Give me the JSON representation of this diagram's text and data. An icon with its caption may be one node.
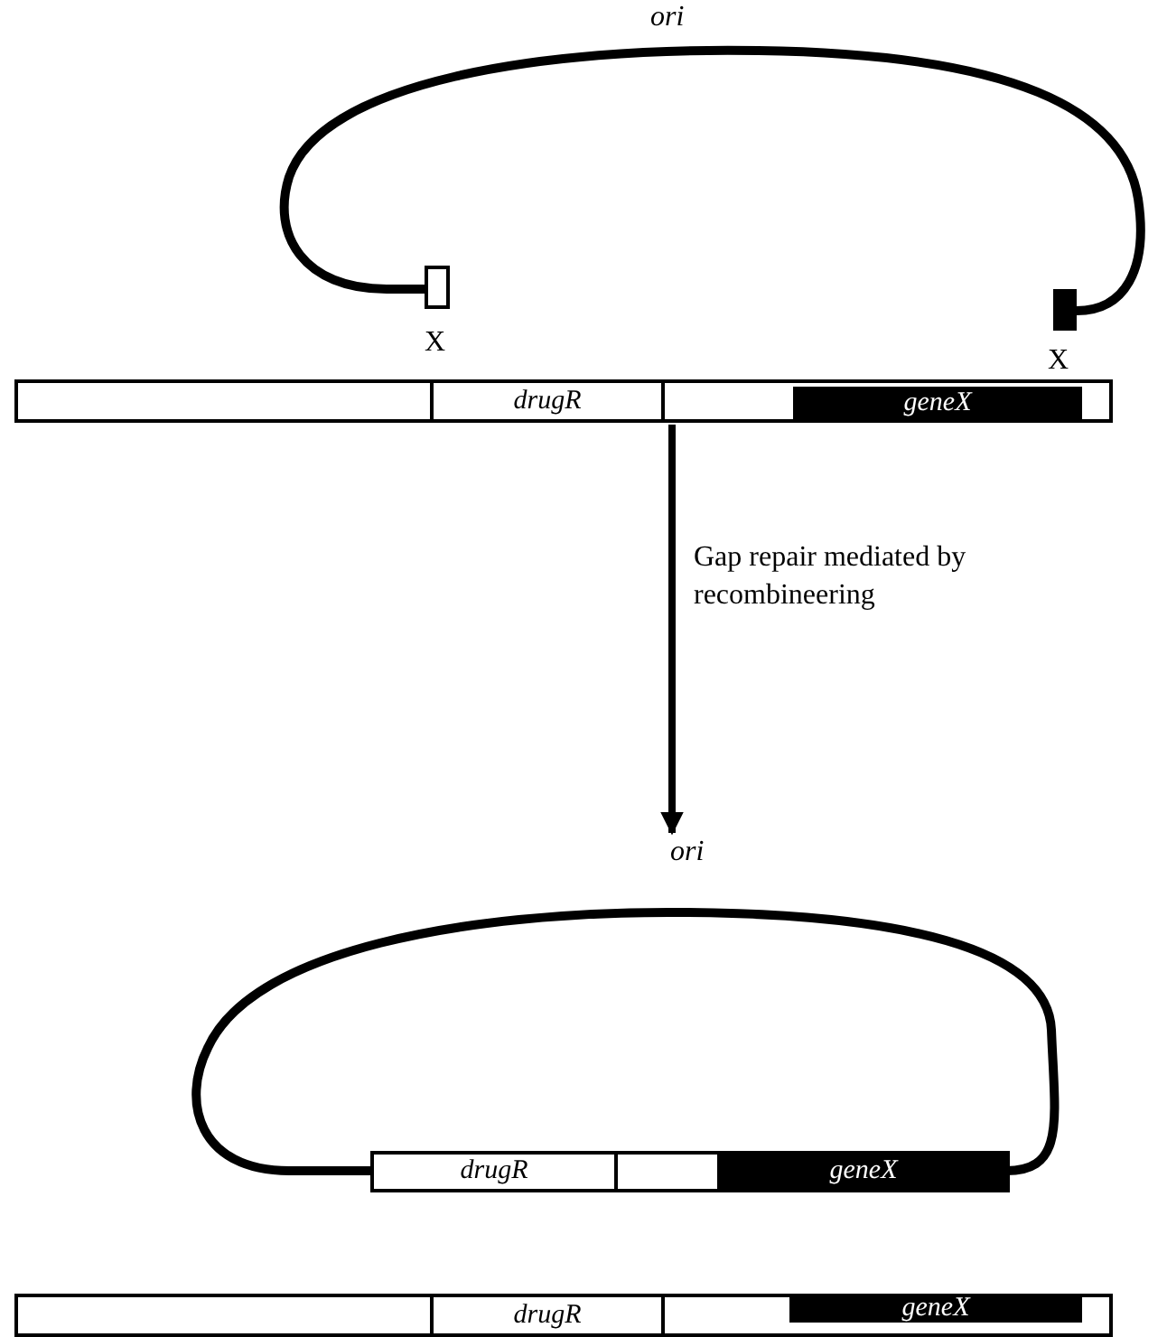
{
  "diagram": {
    "nodes": [
      {
        "text": [
          "ori"
        ]
      },
      {
        "text": [],
        "shape": "bar"
      },
      {
        "text": [
          "drugR"
        ],
        "in": 1
      },
      {
        "text": [
          "geneX"
        ],
        "in": 1
      },
      {
        "text": [
          "ori"
        ]
      },
      {
        "text": [],
        "shape": "bar",
        "in": 4
      },
      {
        "text": [
          "drugR"
        ],
        "in": 5
      },
      {
        "text": [
          "geneX"
        ],
        "in": 5
      },
      {
        "text": [],
        "shape": "bar"
      },
      {
        "text": [
          "drugR"
        ],
        "in": 8
      },
      {
        "text": [
          "geneX"
        ],
        "in": 8
      }
    ],
    "edges": [
      {
        "from": 1,
        "to": 4,
        "arrow": "to",
        "label": "Gap repair mediated by recombineering"
      }
    ],
    "labels": [
      "X",
      "X"
    ]
  }
}
